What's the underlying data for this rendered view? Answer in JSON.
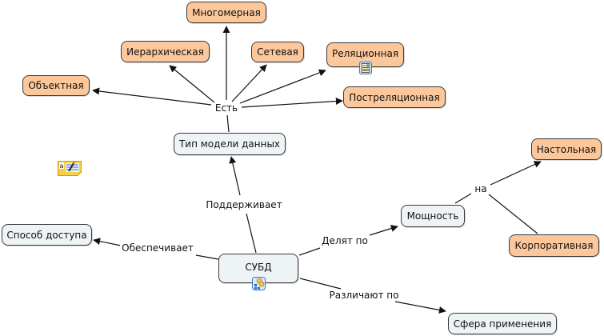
{
  "diagram": {
    "type": "concept-map",
    "colors": {
      "category_fill": "#fcc89b",
      "concept_fill": "#eef3f5",
      "line": "#111111",
      "border": "#3a3a3a"
    },
    "nodes": {
      "multidim": "Многомерная",
      "hier": "Иерархическая",
      "network": "Сетевая",
      "relational": "Реляционная",
      "object": "Объектная",
      "postrel": "Постреляционная",
      "datamodel": "Тип модели данных",
      "desktop": "Настольная",
      "power": "Мощность",
      "corporate": "Корпоративная",
      "access": "Способ доступа",
      "dbms": "СУБД",
      "scope": "Сфера применения"
    },
    "links": {
      "est": "Есть",
      "supports": "Поддерживает",
      "provides": "Обеспечивает",
      "divide": "Делят по",
      "na": "на",
      "distinguish": "Различают по"
    },
    "icons": {
      "relational_attachment": "document-icon",
      "dbms_attachment": "submap-icon",
      "floating_note": "annotation-note-icon"
    }
  }
}
